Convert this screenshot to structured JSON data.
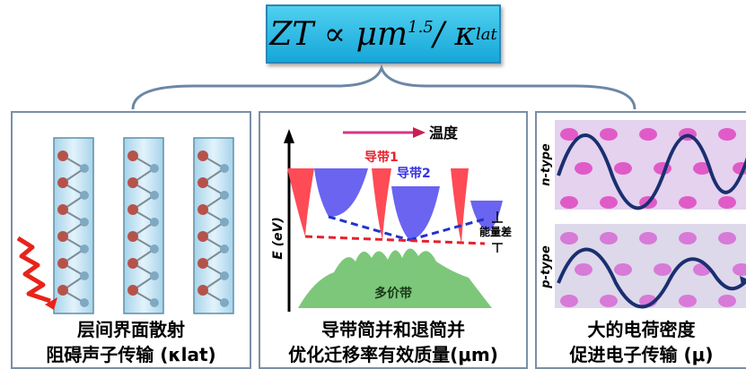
{
  "formula": {
    "main": "ZT ∝ μm",
    "exp": "1.5",
    "rest": " / κ",
    "sub": "lat"
  },
  "panels": {
    "left": {
      "caption_line1": "层间界面散射",
      "caption_line2": "阻碍声子传输 (κlat)"
    },
    "middle": {
      "temp_label": "温度",
      "band1_label": "导带1",
      "band2_label": "导带2",
      "y_axis_label": "E (eV)",
      "energy_diff_label": "能量差",
      "valence_label": "多价带",
      "caption_line1": "导带简并和退简并",
      "caption_line2": "优化迁移率有效质量(μm)"
    },
    "right": {
      "n_label": "n-type",
      "p_label": "p-type",
      "caption_line1": "大的电荷密度",
      "caption_line2": "促进电子传输 (μ)"
    }
  },
  "colors": {
    "formula_bg": "#1eb4e3",
    "band_red": "#ff4b55",
    "band_blue": "#6a64f0",
    "valence_green": "#7dc77a",
    "lattice_blue": "#cde8f5",
    "atom_red": "#b5534a",
    "atom_blue": "#7fa9c2"
  }
}
